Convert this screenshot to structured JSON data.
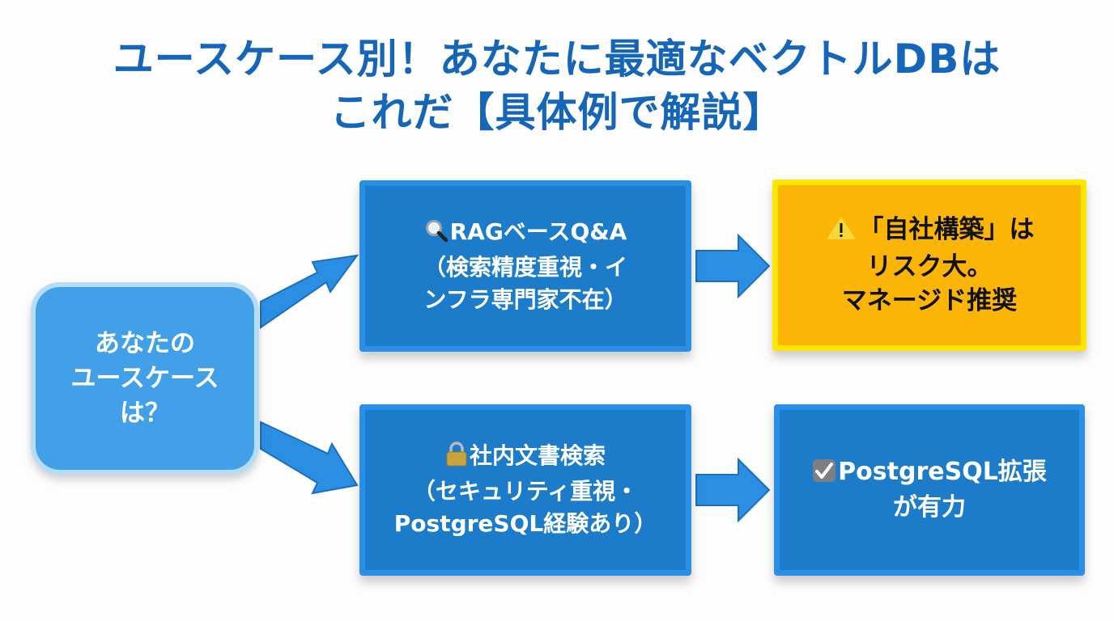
{
  "title": {
    "line1": "ユースケース別！あなたに最適なベクトルDBは",
    "line2": "これだ【具体例で解説】"
  },
  "start_node": {
    "lines": [
      "あなたの",
      "ユースケース",
      "は？"
    ]
  },
  "use_cases": [
    {
      "icon": "magnifying-glass-icon",
      "lines": [
        "RAGベースQ&A",
        "（検索精度重視・イ",
        "ンフラ専門家不在）"
      ],
      "result": {
        "icon": "warning-icon",
        "lines": [
          "「自社構築」は",
          "リスク大。",
          "マネージド推奨"
        ]
      }
    },
    {
      "icon": "lock-icon",
      "lines": [
        "社内文書検索",
        "（セキュリティ重視・",
        "PostgreSQL経験あり）"
      ],
      "result": {
        "icon": "checkbox-icon",
        "lines": [
          "PostgreSQL拡張",
          "が有力"
        ]
      }
    }
  ],
  "colors": {
    "title": "#1565b8",
    "start_fill": "#42a0e8",
    "option_fill": "#1c7cc9",
    "warning_fill": "#fbb507",
    "arrow": "#2a8ee3"
  }
}
